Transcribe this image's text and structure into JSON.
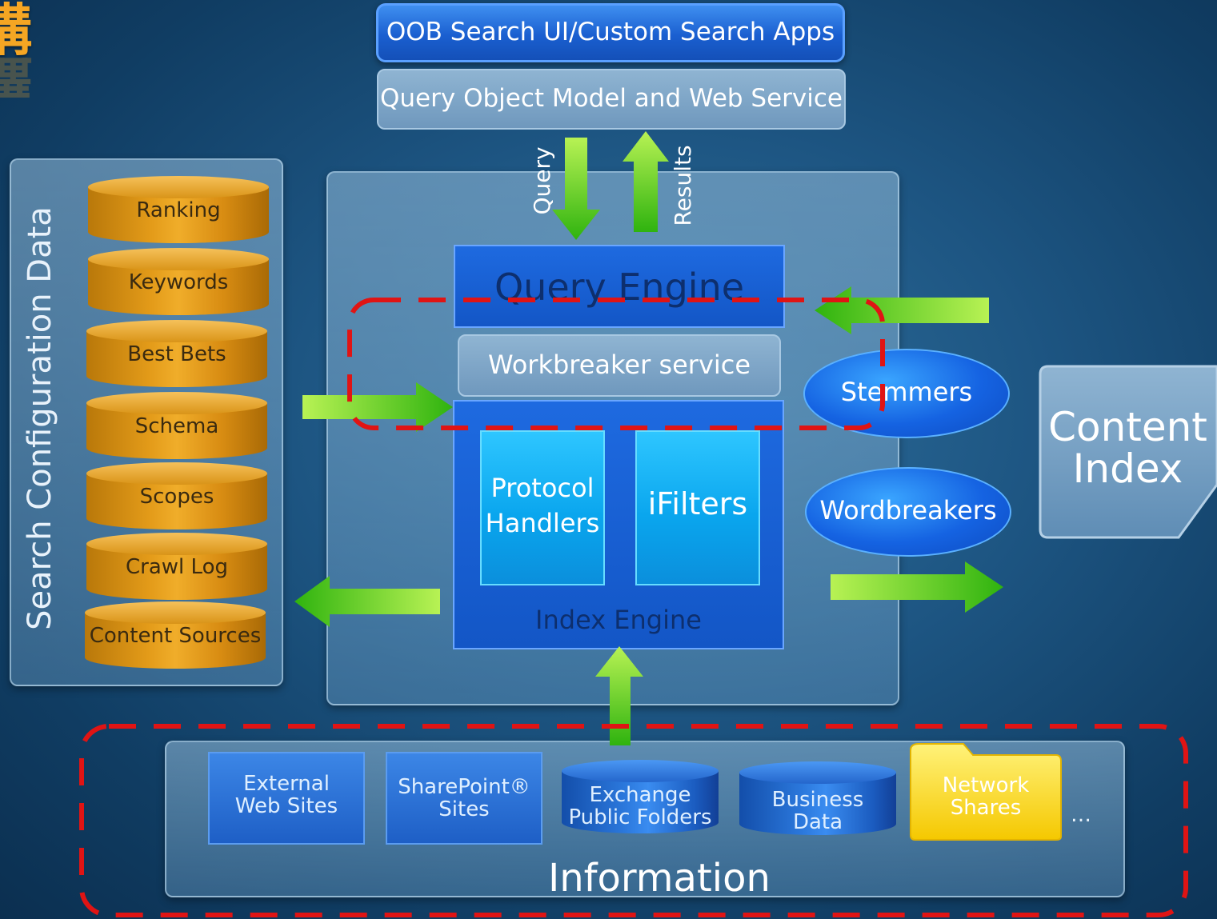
{
  "title_glyph": "構",
  "top": {
    "search_apps": "OOB Search UI/Custom Search Apps",
    "query_om": "Query Object Model and Web Service"
  },
  "arrows": {
    "query": "Query",
    "results": "Results"
  },
  "config": {
    "label": "Search Configuration Data",
    "items": [
      "Ranking",
      "Keywords",
      "Best Bets",
      "Schema",
      "Scopes",
      "Crawl Log",
      "Content Sources"
    ]
  },
  "engine": {
    "query_engine": "Query Engine",
    "workbreaker": "Workbreaker service",
    "protocol_handlers_1": "Protocol",
    "protocol_handlers_2": "Handlers",
    "ifilters": "iFilters",
    "index_engine": "Index Engine"
  },
  "ellipses": {
    "stemmers": "Stemmers",
    "wordbreakers": "Wordbreakers"
  },
  "content_index": {
    "line1": "Content",
    "line2": "Index"
  },
  "information": {
    "label": "Information",
    "external_1": "External",
    "external_2": "Web Sites",
    "sharepoint_1": "SharePoint®",
    "sharepoint_2": "Sites",
    "exchange_1": "Exchange",
    "exchange_2": "Public Folders",
    "business_1": "Business",
    "business_2": "Data",
    "network_1": "Network",
    "network_2": "Shares",
    "more": "…"
  },
  "colors": {
    "arrow_green": "#5fd81f",
    "dash_red": "#e01414",
    "cylinder_orange": "#e39b19"
  }
}
